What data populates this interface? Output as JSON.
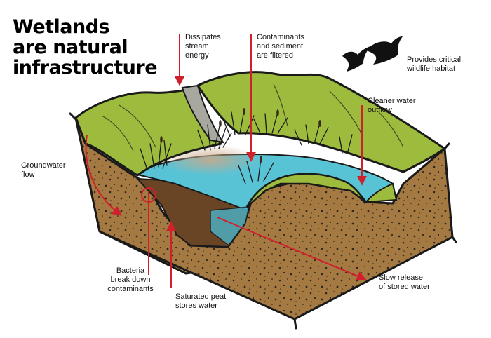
{
  "title": {
    "lines": [
      "Wetlands",
      "are natural",
      "infrastructure"
    ]
  },
  "labels": {
    "dissipates": [
      "Dissipates",
      "stream",
      "energy"
    ],
    "contaminants": [
      "Contaminants",
      "and sediment",
      "are filtered"
    ],
    "wildlife": [
      "Provides critical",
      "wildlife habitat"
    ],
    "cleaner": [
      "Cleaner water",
      "outflow"
    ],
    "groundwater": [
      "Groundwater",
      "flow"
    ],
    "bacteria": [
      "Bacteria",
      "break down",
      "contaminants"
    ],
    "peat": [
      "Saturated peat",
      "stores water"
    ],
    "slow": [
      "Slow release",
      "of stored water"
    ]
  },
  "colors": {
    "arrow": "#d0202b",
    "grass": "#9dbb3c",
    "soil": "#a57a42",
    "peat": "#6a4525",
    "water": "#59c3d6",
    "outline": "#1a1a1a"
  },
  "icons": {
    "birds": "flying-ducks-icon"
  }
}
